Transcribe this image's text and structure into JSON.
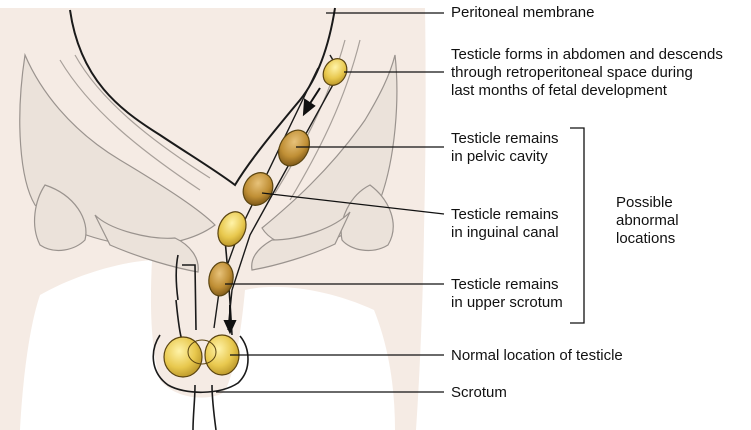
{
  "labels": {
    "peritoneal": "Peritoneal membrane",
    "forms": [
      "Testicle forms in abdomen and descends",
      "through retroperitoneal space during",
      "last months of fetal development"
    ],
    "pelvic": [
      "Testicle remains",
      "in pelvic cavity"
    ],
    "inguinal": [
      "Testicle remains",
      "in inguinal canal"
    ],
    "upper_scrotum": [
      "Testicle remains",
      "in upper scrotum"
    ],
    "normal": "Normal location of testicle",
    "scrotum": "Scrotum",
    "possible": [
      "Possible",
      "abnormal",
      "locations"
    ]
  },
  "colors": {
    "skin": "#f5ebe4",
    "bone": "#ebe2da",
    "testicle_yellow": "#e4c24a",
    "testicle_brown": "#b8862e",
    "outline": "#1a1a1a"
  }
}
